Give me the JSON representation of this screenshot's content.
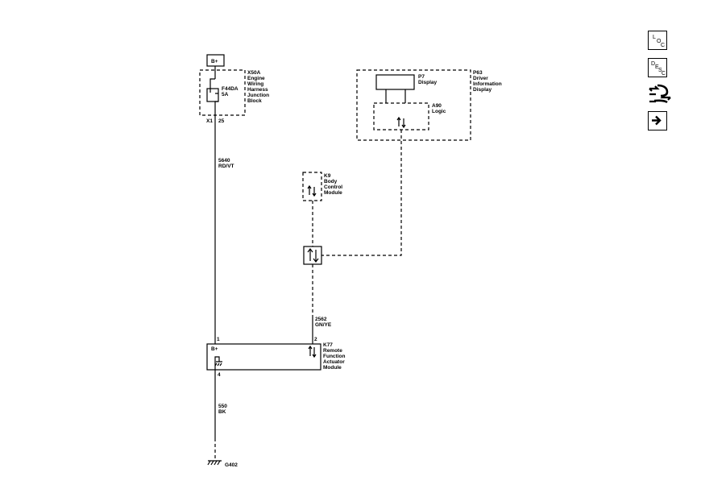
{
  "nav": {
    "loc": {
      "l1": "L",
      "l2": "O",
      "l3": "C"
    },
    "desc": {
      "l1": "D",
      "l2": "E",
      "l3": "S",
      "l4": "C"
    }
  },
  "supply": {
    "label": "B+"
  },
  "junction_block": {
    "id": "X50A",
    "name": [
      "Engine",
      "Wiring",
      "Harness",
      "Junction",
      "Block"
    ],
    "fuse": "F44DA",
    "rating": "5A",
    "connector": "X1",
    "pin": "25"
  },
  "wire_supply": {
    "circuit": "5640",
    "color": "RD/VT"
  },
  "driver_display": {
    "id": "P63",
    "name": [
      "Driver",
      "Information",
      "Display"
    ],
    "display_id": "P7",
    "display_label": "Display",
    "logic_id": "A90",
    "logic_label": "Logic"
  },
  "bcm": {
    "id": "K9",
    "name": [
      "Body",
      "Control",
      "Module"
    ]
  },
  "wire_data": {
    "circuit": "2562",
    "color": "GN/YE"
  },
  "rfa": {
    "id": "K77",
    "name": [
      "Remote",
      "Function",
      "Actuator",
      "Module"
    ],
    "pin_power": "1",
    "pin_data": "2",
    "pin_ground": "4",
    "supply_label": "B+"
  },
  "wire_ground": {
    "circuit": "550",
    "color": "BK"
  },
  "ground": {
    "id": "G402"
  }
}
